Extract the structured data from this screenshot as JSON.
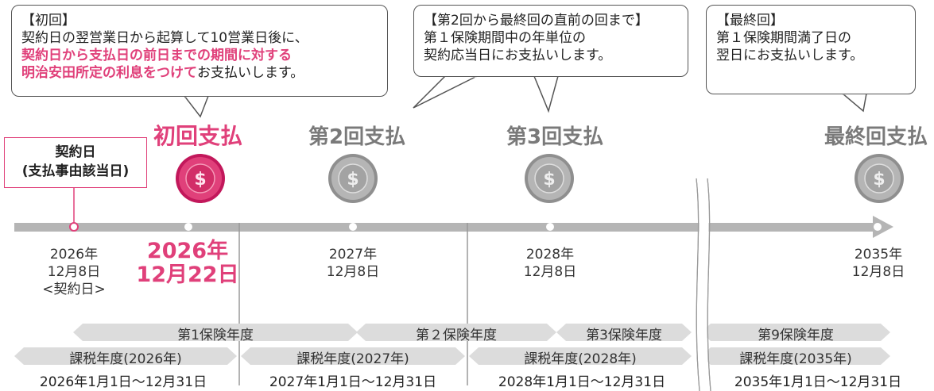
{
  "callouts": {
    "first": {
      "title": "【初回】",
      "line1": "契約日の翌営業日から起算して10営業日後に、",
      "highlight1": "契約日から支払日の前日までの期間に対する",
      "highlight2": "明治安田所定の利息をつけて",
      "tail": "お支払いします。"
    },
    "middle": {
      "title": "【第2回から最終回の直前の回まで】",
      "line1": "第１保険期間中の年単位の",
      "line2": "契約応当日にお支払いします。"
    },
    "last": {
      "title": "【最終回】",
      "line1": "第１保険期間満了日の",
      "line2": "翌日にお支払いします。"
    }
  },
  "contract_box": {
    "line1": "契約日",
    "line2": "(支払事由該当日)"
  },
  "payments": {
    "first": "初回支払",
    "second": "第2回支払",
    "third": "第3回支払",
    "last": "最終回支払"
  },
  "coin_symbol": "$",
  "dates": {
    "contract": {
      "line1": "2026年",
      "line2": "12月8日",
      "line3": "<契約日>"
    },
    "first": {
      "line1": "2026年",
      "line2": "12月22日"
    },
    "second": {
      "line1": "2027年",
      "line2": "12月8日"
    },
    "third": {
      "line1": "2028年",
      "line2": "12月8日"
    },
    "last": {
      "line1": "2035年",
      "line2": "12月8日"
    }
  },
  "policy_years": [
    "第1保険年度",
    "第２保険年度",
    "第3保険年度",
    "第9保険年度"
  ],
  "tax_years": [
    "課税年度(2026年)",
    "課税年度(2027年)",
    "課税年度(2028年)",
    "課税年度(2035年)"
  ],
  "periods": [
    "2026年1月1日～12月31日",
    "2027年1月1日～12月31日",
    "2028年1月1日～12月31日",
    "2035年1月1日～12月31日"
  ],
  "colors": {
    "accent": "#e0407a",
    "band": "#d9d9d9",
    "timeline": "#b5b5b5",
    "coin_gray": "#a8a8a8"
  }
}
